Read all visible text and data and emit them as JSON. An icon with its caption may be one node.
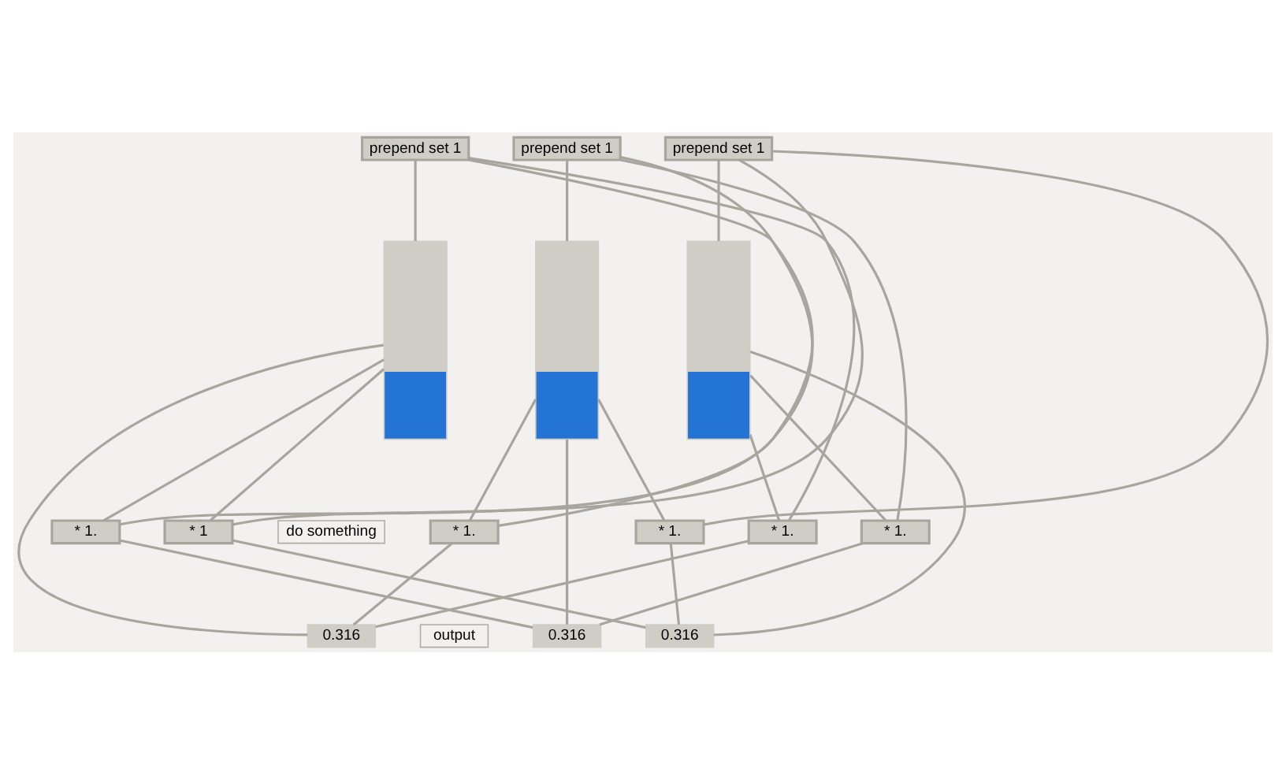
{
  "diagram": {
    "nodes": [
      {
        "text": [
          "prepend set 1"
        ]
      },
      {
        "text": [
          "prepend set 1"
        ]
      },
      {
        "text": [
          "prepend set 1"
        ]
      },
      {
        "text": [],
        "shape": "bar"
      },
      {
        "text": [],
        "shape": "bar"
      },
      {
        "text": [],
        "shape": "bar"
      },
      {
        "text": [
          "* 1."
        ]
      },
      {
        "text": [
          "* 1"
        ]
      },
      {
        "text": [
          "do something"
        ]
      },
      {
        "text": [
          "* 1."
        ]
      },
      {
        "text": [
          "* 1."
        ]
      },
      {
        "text": [
          "* 1."
        ]
      },
      {
        "text": [
          "* 1."
        ]
      },
      {
        "text": [
          "0.316"
        ]
      },
      {
        "text": [
          "output"
        ]
      },
      {
        "text": [
          "0.316"
        ]
      },
      {
        "text": [
          "0.316"
        ]
      }
    ],
    "edges": [
      {
        "from": 0,
        "to": 3,
        "arrow": "none"
      },
      {
        "from": 1,
        "to": 4,
        "arrow": "none"
      },
      {
        "from": 2,
        "to": 5,
        "arrow": "none"
      },
      {
        "from": 3,
        "to": 6,
        "arrow": "none"
      },
      {
        "from": 3,
        "to": 7,
        "arrow": "none"
      },
      {
        "from": 3,
        "to": 13,
        "arrow": "none"
      },
      {
        "from": 4,
        "to": 9,
        "arrow": "none"
      },
      {
        "from": 4,
        "to": 10,
        "arrow": "none"
      },
      {
        "from": 4,
        "to": 15,
        "arrow": "none"
      },
      {
        "from": 5,
        "to": 11,
        "arrow": "none"
      },
      {
        "from": 5,
        "to": 12,
        "arrow": "none"
      },
      {
        "from": 5,
        "to": 16,
        "arrow": "none"
      },
      {
        "from": 6,
        "to": 1,
        "arrow": "none"
      },
      {
        "from": 6,
        "to": 15,
        "arrow": "none"
      },
      {
        "from": 7,
        "to": 2,
        "arrow": "none"
      },
      {
        "from": 7,
        "to": 16,
        "arrow": "none"
      },
      {
        "from": 9,
        "to": 0,
        "arrow": "none"
      },
      {
        "from": 9,
        "to": 13,
        "arrow": "none"
      },
      {
        "from": 10,
        "to": 2,
        "arrow": "none"
      },
      {
        "from": 10,
        "to": 16,
        "arrow": "none"
      },
      {
        "from": 11,
        "to": 0,
        "arrow": "none"
      },
      {
        "from": 11,
        "to": 13,
        "arrow": "none"
      },
      {
        "from": 12,
        "to": 1,
        "arrow": "none"
      },
      {
        "from": 12,
        "to": 15,
        "arrow": "none"
      }
    ]
  }
}
